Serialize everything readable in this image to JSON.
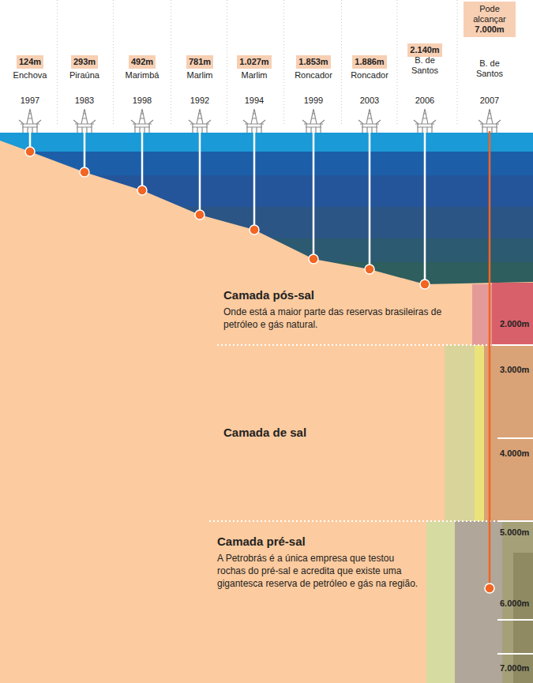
{
  "diagram": {
    "nodes": [
      {
        "text": [
          "124m"
        ]
      },
      {
        "text": [
          "293m"
        ]
      },
      {
        "text": [
          "492m"
        ]
      },
      {
        "text": [
          "781m"
        ]
      },
      {
        "text": [
          "1.027m"
        ]
      },
      {
        "text": [
          "1.853m"
        ]
      },
      {
        "text": [
          "1.886m"
        ]
      },
      {
        "text": [
          "2.140m"
        ]
      },
      {
        "text": [
          "Pode alcançar",
          "7.000m"
        ]
      },
      {
        "text": [
          "Camada pós-sal",
          "Onde está a maior parte das reservas brasileiras de petróleo e gás natural."
        ]
      },
      {
        "text": [
          "Camada de sal"
        ]
      },
      {
        "text": [
          "Camada pré-sal",
          "A Petrobrás é a única empresa que testou rochas do pré-sal e acredita que existe uma gigantesca reserva de petróleo e gás na região."
        ]
      }
    ],
    "labels": [
      "Enchova",
      "1997",
      "Piraúna",
      "1983",
      "Marimbá",
      "1998",
      "Marlim",
      "1992",
      "Marlim",
      "1994",
      "Roncador",
      "1999",
      "Roncador",
      "2003",
      "B. de Santos",
      "2006",
      "B. de Santos",
      "2007",
      "2.000m",
      "3.000m",
      "4.000m",
      "5.000m",
      "6.000m",
      "7.000m"
    ]
  }
}
